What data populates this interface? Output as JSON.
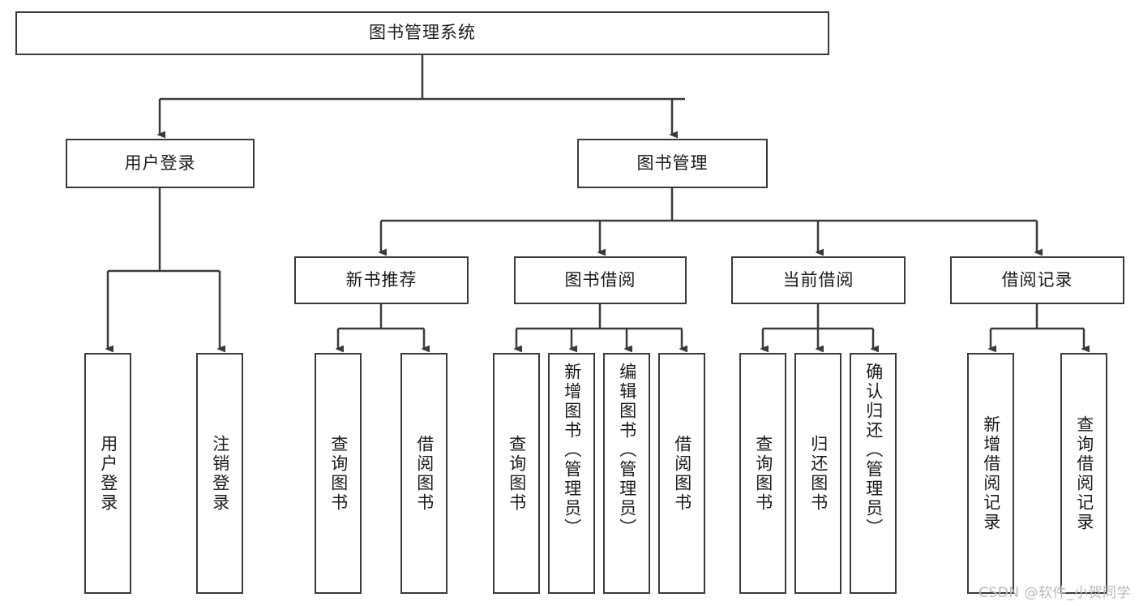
{
  "diagram": {
    "title": "图书管理系统",
    "type": "tree-hierarchy",
    "watermark": "CSDN @软件_小贺同学",
    "colors": {
      "node_border": "#3a3a3a",
      "node_fill": "#ffffff",
      "edge": "#3a3a3a",
      "text": "#1a1a1a",
      "watermark": "#b9b9b9"
    },
    "nodes": {
      "root": {
        "label": "图书管理系统"
      },
      "level2": [
        {
          "id": "user-login",
          "label": "用户登录"
        },
        {
          "id": "book-manage",
          "label": "图书管理"
        }
      ],
      "level3": [
        {
          "id": "new-book-recommend",
          "label": "新书推荐"
        },
        {
          "id": "book-borrow",
          "label": "图书借阅"
        },
        {
          "id": "current-borrow",
          "label": "当前借阅"
        },
        {
          "id": "borrow-record",
          "label": "借阅记录"
        }
      ],
      "leaves": {
        "user_login": [
          {
            "id": "leaf-user-login",
            "label": "用户登录"
          },
          {
            "id": "leaf-logout-login",
            "label": "注销登录"
          }
        ],
        "new_book_recommend": [
          {
            "id": "leaf-query-book-1",
            "label": "查询图书"
          },
          {
            "id": "leaf-borrow-book-1",
            "label": "借阅图书"
          }
        ],
        "book_borrow": [
          {
            "id": "leaf-query-book-2",
            "label": "查询图书"
          },
          {
            "id": "leaf-add-book",
            "label": "新增图书（管理员）"
          },
          {
            "id": "leaf-edit-book",
            "label": "编辑图书（管理员）"
          },
          {
            "id": "leaf-borrow-book-2",
            "label": "借阅图书"
          }
        ],
        "current_borrow": [
          {
            "id": "leaf-query-book-3",
            "label": "查询图书"
          },
          {
            "id": "leaf-return-book",
            "label": "归还图书"
          },
          {
            "id": "leaf-confirm-return",
            "label": "确认归还（管理员）"
          }
        ],
        "borrow_record": [
          {
            "id": "leaf-add-record",
            "label": "新增借阅记录"
          },
          {
            "id": "leaf-query-record",
            "label": "查询借阅记录"
          }
        ]
      }
    }
  }
}
